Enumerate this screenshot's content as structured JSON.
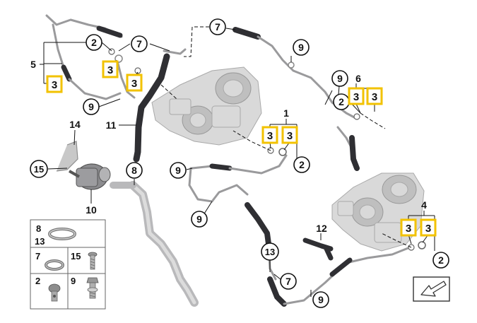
{
  "callouts": {
    "n1": "1",
    "n2": "2",
    "n3": "3",
    "n4": "4",
    "n5": "5",
    "n6": "6",
    "n7": "7",
    "n8": "8",
    "n9": "9",
    "n11": "11",
    "n12": "12",
    "n13": "13",
    "n14": "14",
    "n15": "15",
    "n10": "10"
  },
  "legend": {
    "row1_labels": [
      "8",
      "13"
    ],
    "row2_labels": [
      "7",
      "15"
    ],
    "row3_labels": [
      "2",
      "9"
    ]
  },
  "colors": {
    "highlight": "#f2c200",
    "hose_black": "#2f2f33",
    "hose_grey": "#b9b9bb",
    "pipe": "#9a9a9c"
  },
  "icons": [
    "direction-arrow-icon"
  ]
}
